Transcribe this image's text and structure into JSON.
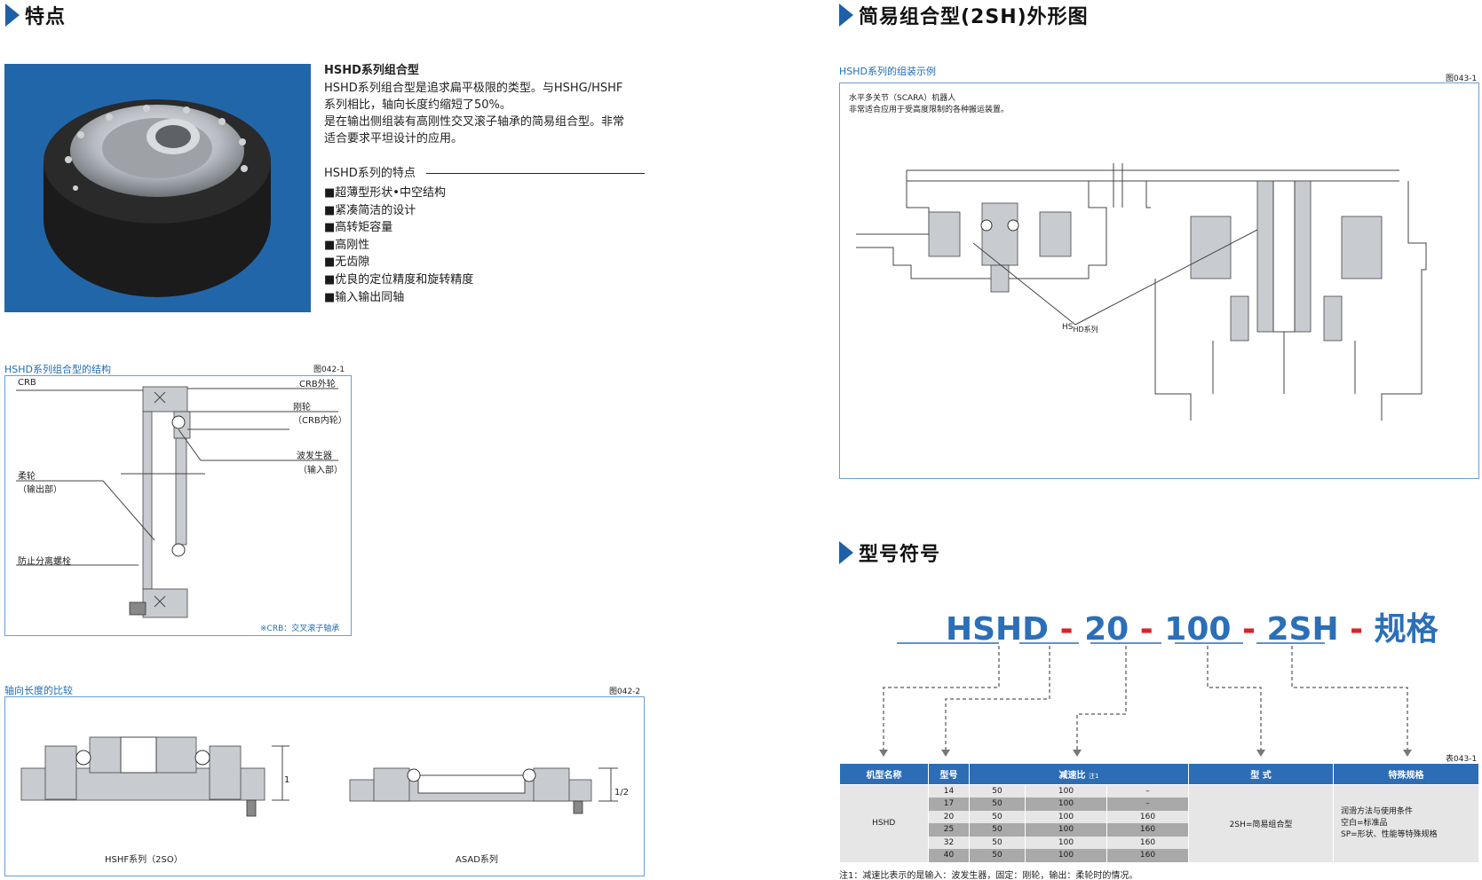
{
  "left": {
    "features_title": "特点",
    "intro": {
      "heading": "HSHD系列组合型",
      "body": [
        "HSHD系列组合型是追求扁平极限的类型。与HSHG/HSHF",
        "系列相比，轴向长度约缩短了50%。",
        "是在输出侧组装有高刚性交叉滚子轴承的简易组合型。非常",
        "适合要求平坦设计的应用。"
      ]
    },
    "features": {
      "heading": "HSHD系列的特点",
      "items": [
        "■超薄型形状•中空结构",
        "■紧凑简洁的设计",
        "■高转矩容量",
        "■高刚性",
        "■无齿隙",
        "■优良的定位精度和旋转精度",
        "■输入输出同轴"
      ]
    },
    "structure": {
      "caption": "HSHD系列组合型的结构",
      "fig": "图042-1",
      "labels": {
        "crb": "CRB",
        "crb_outer": "CRB外轮",
        "circular": "刚轮",
        "circular_sub": "（CRB内轮）",
        "wave": "波发生器",
        "wave_sub": "（输入部）",
        "flex": "柔轮",
        "flex_sub": "（输出部）",
        "bolt": "防止分离螺栓",
        "note": "※CRB：交叉滚子轴承"
      }
    },
    "compare": {
      "caption": "轴向长度的比较",
      "fig": "图042-2",
      "left_label": "HSHF系列（2SO）",
      "right_label": "ASAD系列",
      "dim_left": "1",
      "dim_right": "1/2"
    }
  },
  "right": {
    "outline_title": "简易组合型(2SH)外形图",
    "assembly": {
      "caption": "HSHD系列的组装示例",
      "fig": "图043-1",
      "desc1": "水平多关节（SCARA）机器人",
      "desc2": "非常适合应用于受高度限制的各种搬运装置。",
      "callout_hs": "HS",
      "callout_hd": "HD系列"
    },
    "model_title": "型号符号",
    "code": {
      "p1": "HSHD",
      "p2": "20",
      "p3": "100",
      "p4": "2SH",
      "p5": "规格",
      "dash": "-"
    },
    "table": {
      "fig": "表043-1",
      "headers": [
        "机型名称",
        "型号",
        "减速比",
        "型 式",
        "特殊规格"
      ],
      "ratio_note": "注1",
      "model": "HSHD",
      "rows": [
        [
          "14",
          "50",
          "100",
          "–"
        ],
        [
          "17",
          "50",
          "100",
          "–"
        ],
        [
          "20",
          "50",
          "100",
          "160"
        ],
        [
          "25",
          "50",
          "100",
          "160"
        ],
        [
          "32",
          "50",
          "100",
          "160"
        ],
        [
          "40",
          "50",
          "100",
          "160"
        ]
      ],
      "type_value": "2SH=简易组合型",
      "special": [
        "润滑方法与使用条件",
        "空白=标准品",
        "SP=形状、性能等特殊规格"
      ],
      "footnote": "注1：减速比表示的是输入：波发生器，固定：刚轮，输出：柔轮时的情况。"
    }
  }
}
